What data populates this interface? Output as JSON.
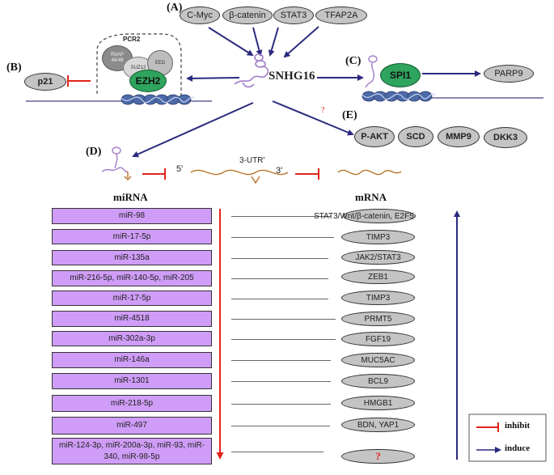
{
  "center": {
    "label": "SNHG16"
  },
  "panel_a": {
    "label": "(A)",
    "regulators": [
      "C-Myc",
      "β-catenin",
      "STAT3",
      "TFAP2A"
    ]
  },
  "panel_b": {
    "label": "(B)",
    "target": "p21",
    "complex": "PCR2",
    "subunits": {
      "rbap_top": "RbAP",
      "rbap_bottom": "46/48",
      "suz12": "SUZ12",
      "eed": "EED",
      "ezh2": "EZH2"
    }
  },
  "panel_c": {
    "label": "(C)",
    "factor": "SPI1",
    "target": "PARP9"
  },
  "panel_d": {
    "label": "(D)",
    "utr": "3-UTR'",
    "five_prime": "5'",
    "three_prime": "3'"
  },
  "panel_e": {
    "label": "(E)",
    "question": "?",
    "targets": [
      "P-AKT",
      "SCD",
      "MMP9",
      "DKK3"
    ]
  },
  "columns": {
    "mirna": "miRNA",
    "mrna": "mRNA"
  },
  "pairs": [
    {
      "mirna": "miR-98",
      "mrna": "STAT3/Wnt/β-catenin, E2F5"
    },
    {
      "mirna": "miR-17-5p",
      "mrna": "TIMP3"
    },
    {
      "mirna": "miR-135a",
      "mrna": "JAK2/STAT3"
    },
    {
      "mirna": "miR-216-5p, miR-140-5p, miR-205",
      "mrna": "ZEB1"
    },
    {
      "mirna": "miR-17-5p",
      "mrna": "TIMP3"
    },
    {
      "mirna": "miR-4518",
      "mrna": "PRMT5"
    },
    {
      "mirna": "miR-302a-3p",
      "mrna": "FGF19"
    },
    {
      "mirna": "miR-146a",
      "mrna": "MUC5AC"
    },
    {
      "mirna": "miR-1301",
      "mrna": "BCL9"
    },
    {
      "mirna": "miR-218-5p",
      "mrna": "HMGB1"
    },
    {
      "mirna": "miR-497",
      "mrna": "BDN, YAP1"
    },
    {
      "mirna": "miR-124-3p, miR-200a-3p, miR-93, miR-340, miR-98-5p",
      "mrna": "?"
    }
  ],
  "legend": {
    "inhibit": "inhibit",
    "induce": "induce"
  },
  "colors": {
    "induce": "#2b2a7e",
    "inhibit": "#e0241b",
    "mirna_box": "#cf9df7",
    "ezh2": "#2ea45e",
    "ellipse": "#c4c4c4"
  }
}
